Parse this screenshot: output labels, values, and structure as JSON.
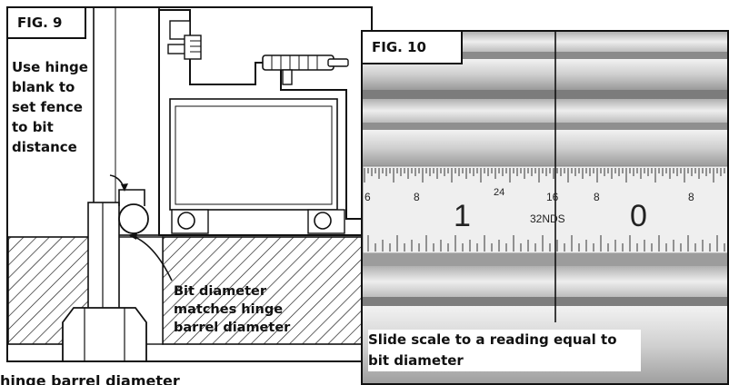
{
  "fig9": {
    "label": "FIG. 9",
    "caption_lines": [
      "Use hinge",
      "blank to",
      "set fence",
      "to bit",
      "distance"
    ],
    "caption2_lines": [
      "Bit diameter",
      "matches hinge",
      "barrel diameter"
    ]
  },
  "fig10": {
    "label": "FIG. 10",
    "caption_lines": [
      "Slide scale to a reading equal to",
      "bit diameter"
    ],
    "scale_numbers_small": [
      "6",
      "8",
      "24",
      "16",
      "8",
      "8"
    ],
    "scale_numbers_large": [
      "1",
      "0"
    ],
    "scale_unit": "32NDS"
  },
  "bottom_text": "hinge barrel diameter"
}
